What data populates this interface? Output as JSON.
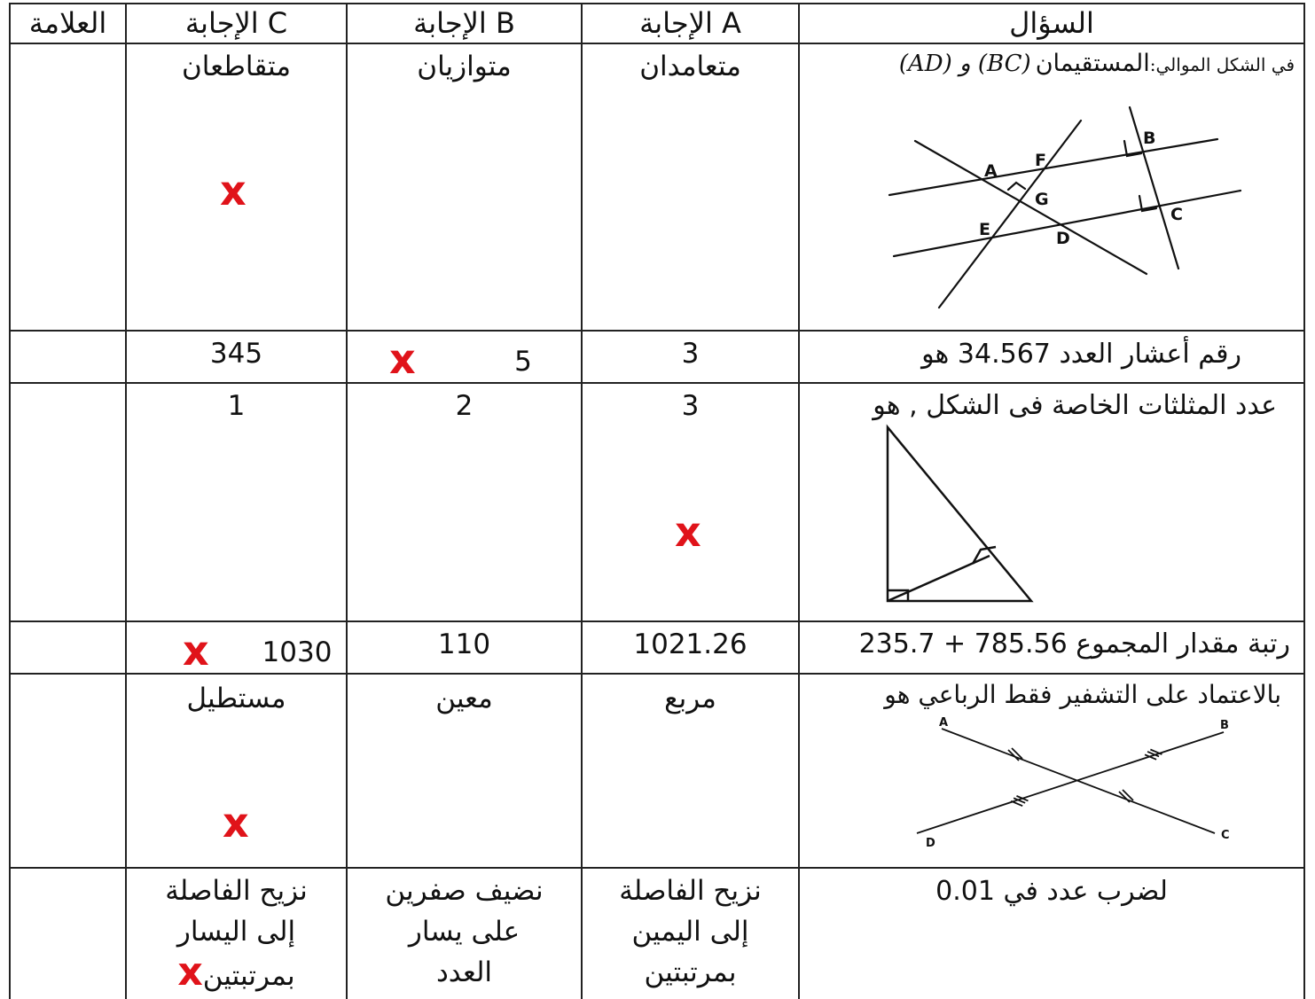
{
  "header": {
    "question": "السؤال",
    "answer_a": "الإجابة A",
    "answer_b": "الإجابة B",
    "answer_c": "الإجابة C",
    "mark": "العلامة"
  },
  "mark_symbol": "x",
  "rows": [
    {
      "question_prefix": "في الشكل الموالي:",
      "question_main": "المستقيمان",
      "question_math": "(BC) و (AD)",
      "figure_labels": [
        "A",
        "B",
        "C",
        "D",
        "E",
        "F",
        "G"
      ],
      "a": "متعامدان",
      "b": "متوازيان",
      "c": "متقاطعان",
      "marked": "c"
    },
    {
      "question": "رقم أعشار العدد 34.567 هو",
      "a": "3",
      "b": "5",
      "c": "345",
      "marked": "b"
    },
    {
      "question": "عدد المثلثات الخاصة فى الشكل , هو",
      "a": "3",
      "b": "2",
      "c": "1",
      "marked": "a"
    },
    {
      "question": "رتبة مقدار المجموع 785.56 + 235.7",
      "a": "1021.26",
      "b": "110",
      "c": "1030",
      "marked": "c"
    },
    {
      "question": "بالاعتماد على التشفير فقط الرباعي هو",
      "figure_labels": [
        "A",
        "B",
        "C",
        "D"
      ],
      "a": "مربع",
      "b": "معين",
      "c": "مستطيل",
      "marked": "c"
    },
    {
      "question": "لضرب عدد في 0.01",
      "a_lines": [
        "نزيح الفاصلة",
        "إلى اليمين",
        "بمرتبتين"
      ],
      "b_lines": [
        "نضيف صفرين",
        "على يسار",
        "العدد"
      ],
      "c_lines": [
        "نزيح الفاصلة",
        "إلى اليسار",
        "بمرتبتين"
      ],
      "marked": "c"
    }
  ],
  "colors": {
    "grid": "#222222",
    "mark": "#e0131a",
    "text": "#111111"
  }
}
